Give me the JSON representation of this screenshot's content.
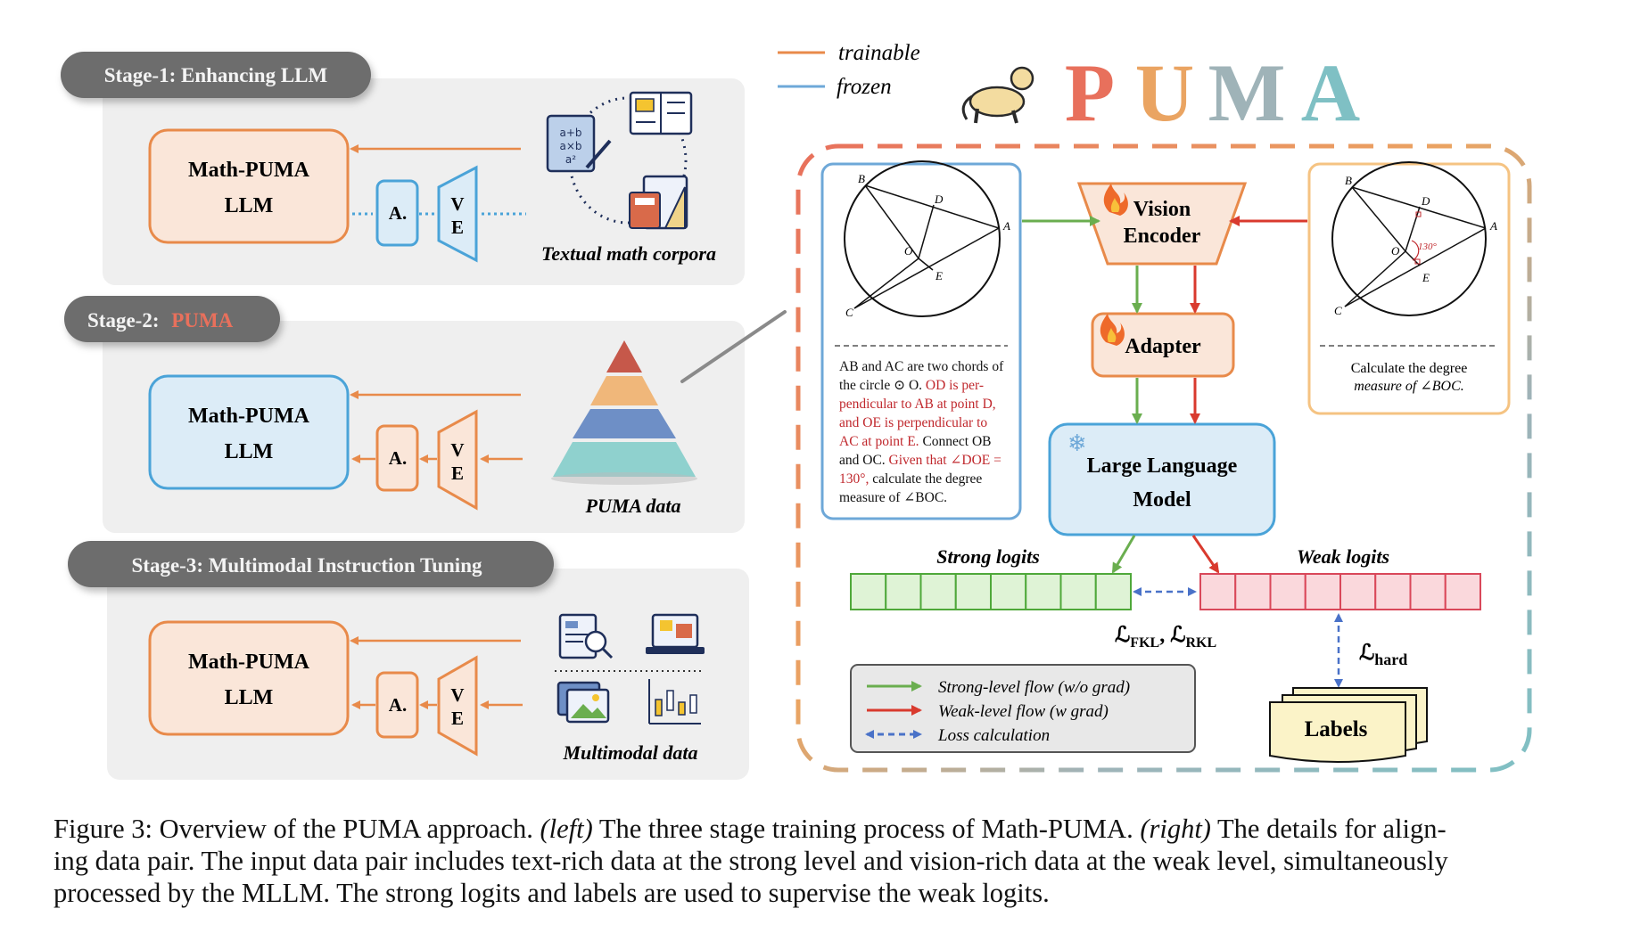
{
  "legend_top": {
    "trainable": "trainable",
    "frozen": "frozen"
  },
  "brand": {
    "letters": [
      "P",
      "U",
      "M",
      "A"
    ],
    "colors": [
      "#e8705c",
      "#eaa462",
      "#9fb3b8",
      "#7fc0c4"
    ]
  },
  "stages": [
    {
      "title": "Stage-1: Enhancing LLM",
      "llm": [
        "Math-PUMA",
        "LLM"
      ],
      "adapter": "A.",
      "encoder": [
        "V",
        "E"
      ],
      "data_label": "Textual math corpora"
    },
    {
      "title_prefix": "Stage-2:",
      "title_puma": "PUMA",
      "llm": [
        "Math-PUMA",
        "LLM"
      ],
      "adapter": "A.",
      "encoder": [
        "V",
        "E"
      ],
      "data_label": "PUMA data"
    },
    {
      "title": "Stage-3: Multimodal Instruction Tuning",
      "llm": [
        "Math-PUMA",
        "LLM"
      ],
      "adapter": "A.",
      "encoder": [
        "V",
        "E"
      ],
      "data_label": "Multimodal data"
    }
  ],
  "right": {
    "text_problem": [
      [
        [
          "AB and AC are two chords of",
          "#111"
        ]
      ],
      [
        [
          "the circle ⊙ O. ",
          "#111"
        ],
        [
          "OD is per-",
          "#c0282d"
        ]
      ],
      [
        [
          "pendicular to AB at point D,",
          "#c0282d"
        ]
      ],
      [
        [
          "and OE is perpendicular to",
          "#c0282d"
        ]
      ],
      [
        [
          "AC at point E. ",
          "#c0282d"
        ],
        [
          "Connect OB",
          "#111"
        ]
      ],
      [
        [
          "and OC. ",
          "#111"
        ],
        [
          "Given that ∠DOE =",
          "#c0282d"
        ]
      ],
      [
        [
          "130°, ",
          "#c0282d"
        ],
        [
          "calculate the degree",
          "#111"
        ]
      ],
      [
        [
          "measure of ∠BOC.",
          "#111"
        ]
      ]
    ],
    "vision_problem": [
      "Calculate the degree",
      "measure of ∠BOC."
    ],
    "circle_labels": {
      "B": "B",
      "D": "D",
      "A": "A",
      "O": "O",
      "E": "E",
      "C": "C",
      "angle": "130°"
    },
    "vision_encoder": [
      "Vision",
      "Encoder"
    ],
    "adapter": "Adapter",
    "llm": [
      "Large Language",
      "Model"
    ],
    "strong_logits": "Strong logits",
    "weak_logits": "Weak logits",
    "loss_fkl_rkl": {
      "L1": "ℒ",
      "s1": "FKL",
      "sep": ", ",
      "L2": "ℒ",
      "s2": "RKL"
    },
    "loss_hard": {
      "L": "ℒ",
      "s": "hard"
    },
    "labels": "Labels",
    "legend": [
      {
        "label": "Strong-level flow (w/o grad)",
        "color": "#6aae4f",
        "style": "solid"
      },
      {
        "label": "Weak-level flow (w grad)",
        "color": "#d93a2e",
        "style": "solid"
      },
      {
        "label": "Loss calculation",
        "color": "#4a72c8",
        "style": "dashed"
      }
    ]
  },
  "caption": {
    "line1": [
      [
        "Figure 3: Overview of the PUMA approach. ",
        false
      ],
      [
        "(left)",
        true
      ],
      [
        " The three stage training process of Math-PUMA. ",
        false
      ],
      [
        "(right)",
        true
      ],
      [
        " The details for align-",
        false
      ]
    ],
    "line2": "ing data pair. The input data pair includes text-rich data at the strong level and vision-rich data at the weak level, simultaneously",
    "line3": "processed by the MLLM. The strong logits and labels are used to supervise the weak logits."
  }
}
